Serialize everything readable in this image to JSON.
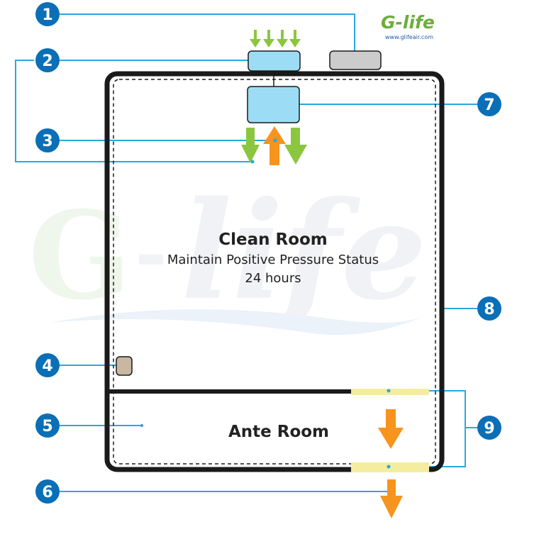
{
  "logo": {
    "brand": "G-life",
    "website": "www.glifeair.com"
  },
  "rooms": {
    "clean": {
      "title": "Clean Room",
      "subtitle": "Maintain Positive Pressure Status",
      "duration": "24 hours"
    },
    "ante": {
      "title": "Ante Room"
    }
  },
  "markers": [
    "1",
    "2",
    "3",
    "4",
    "5",
    "6",
    "7",
    "8",
    "9"
  ],
  "colors": {
    "marker": "#0a6fb6",
    "leader_line": "#29a8e0",
    "green_arrow": "#8cc63f",
    "orange_arrow": "#f7941d",
    "unit_fill": "#9ddcf5",
    "grey_unit": "#cccccc",
    "switch": "#c8b8a2",
    "gap_strip": "#f4eda0",
    "wall": "#1a1a1a"
  }
}
